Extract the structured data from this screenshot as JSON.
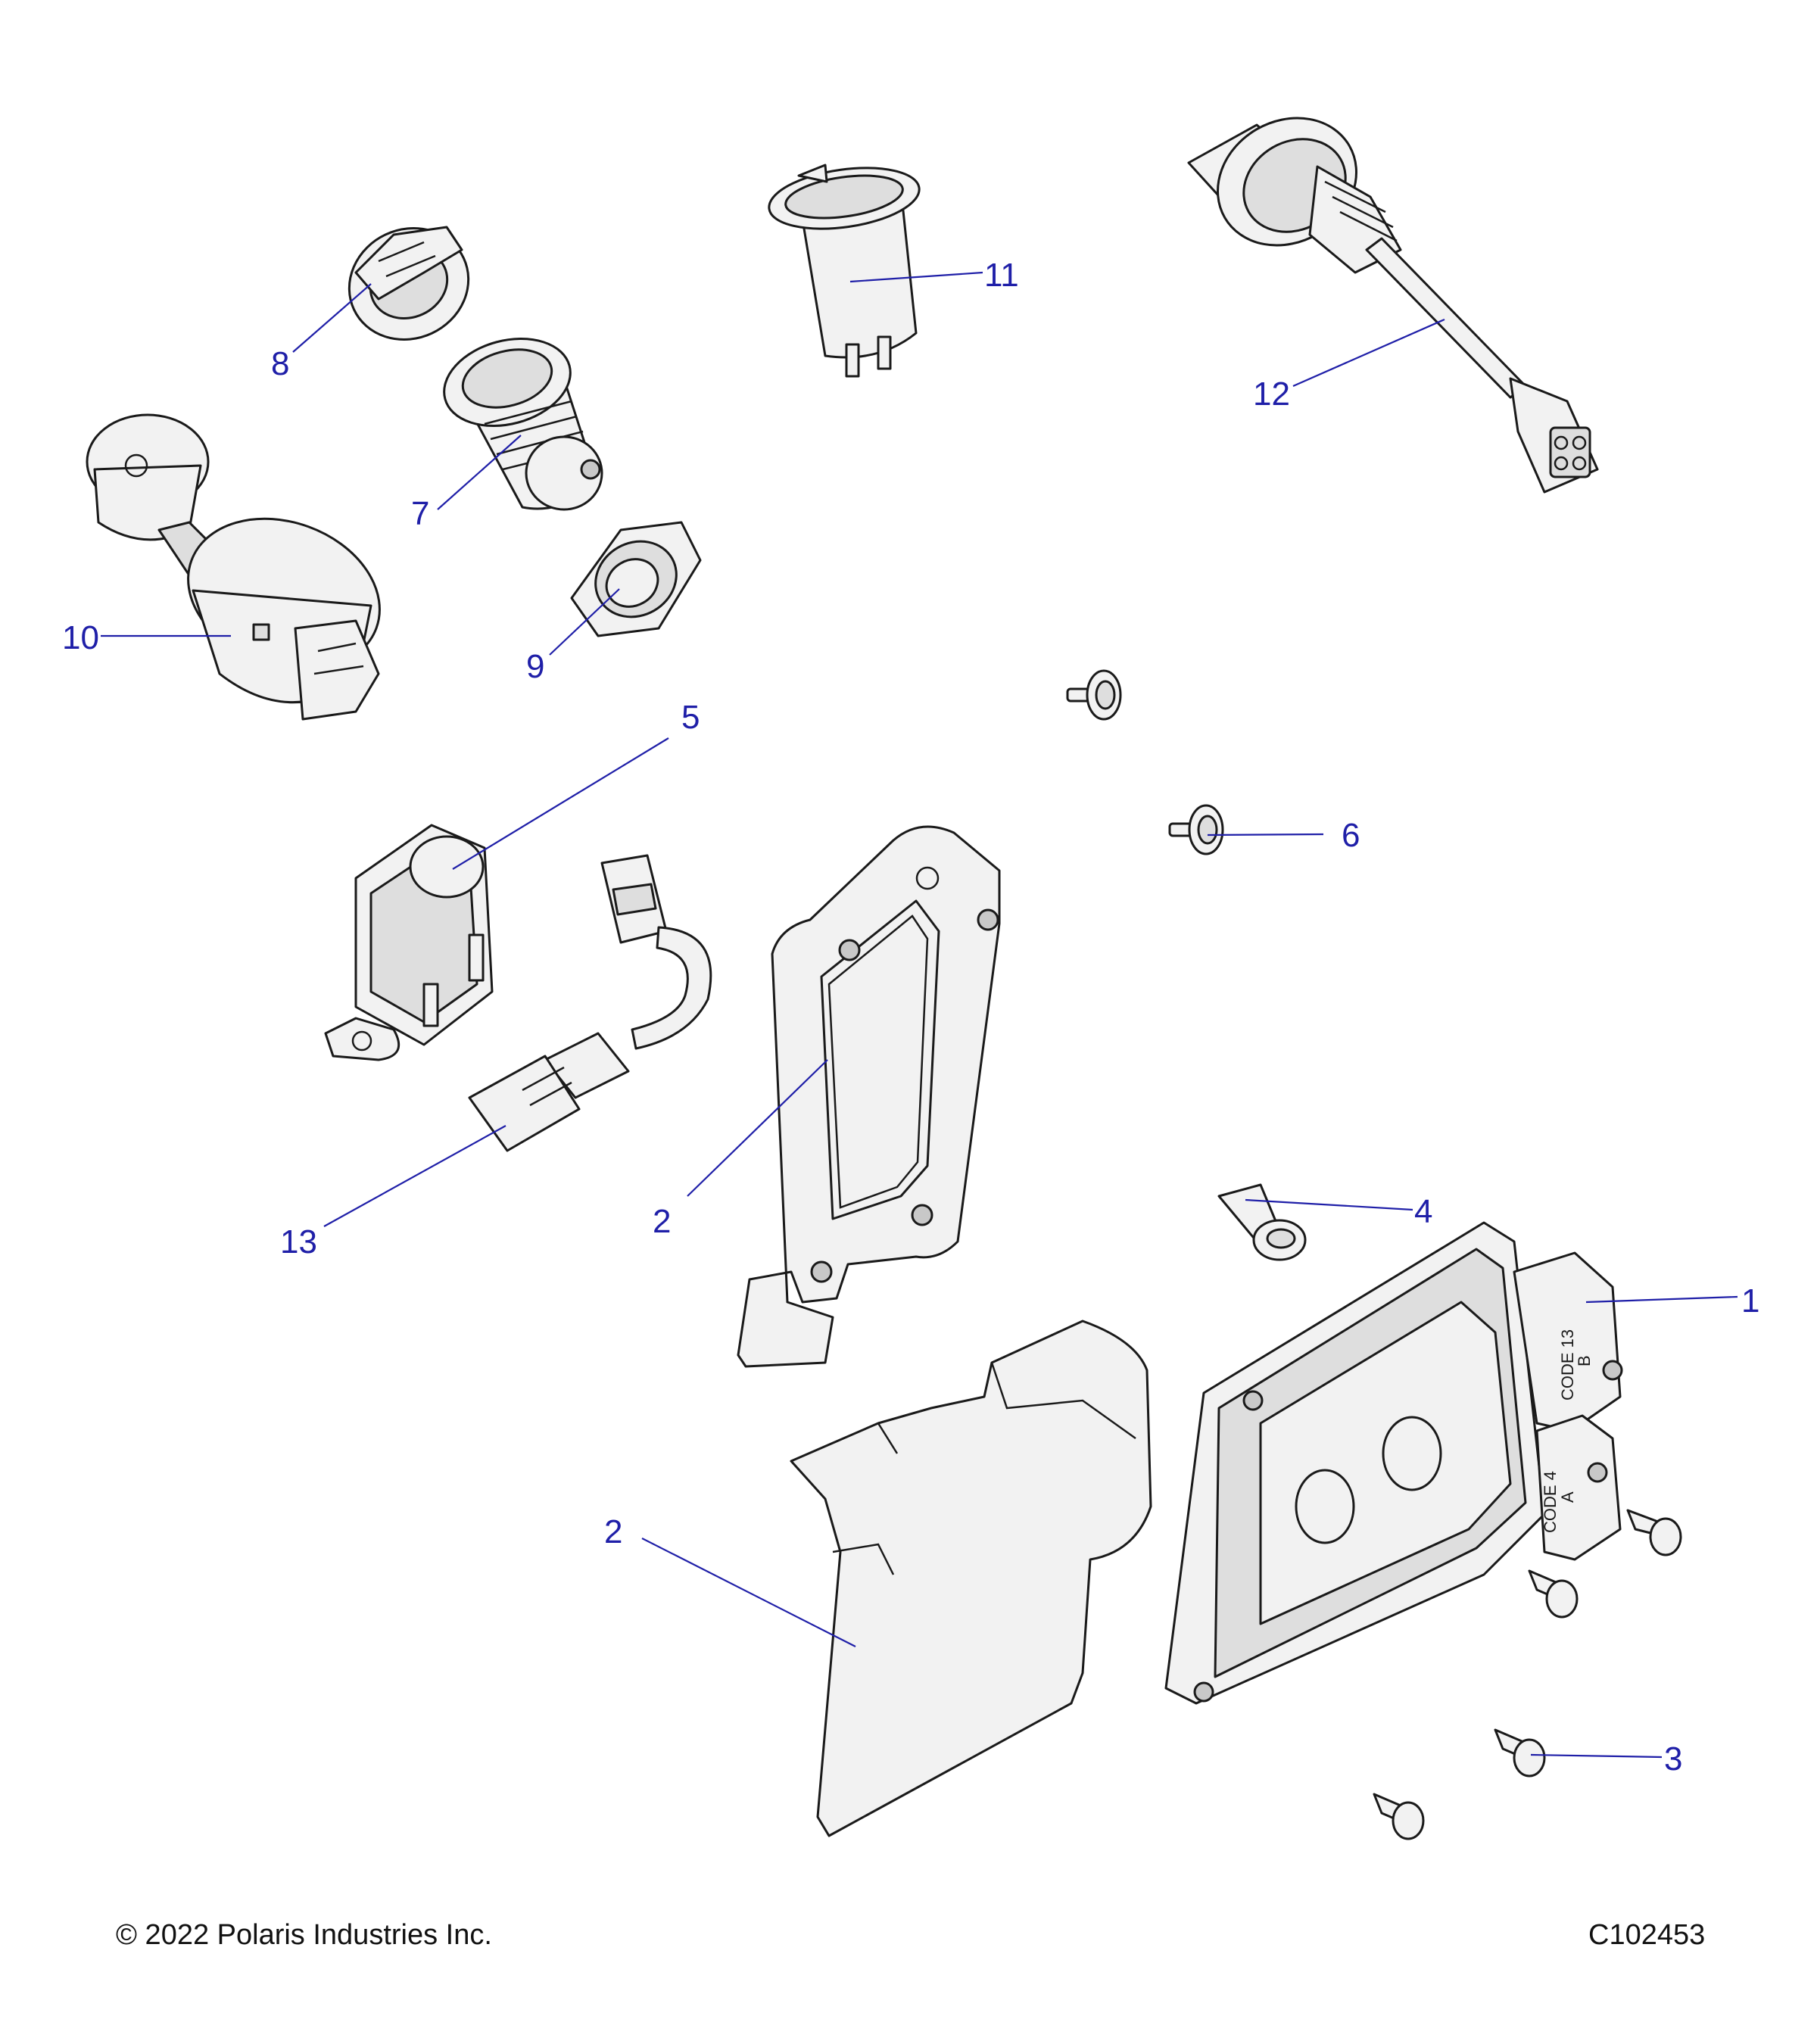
{
  "callouts": {
    "c1": "1",
    "c2a": "2",
    "c2b": "2",
    "c3": "3",
    "c4": "4",
    "c5": "5",
    "c6": "6",
    "c7": "7",
    "c8": "8",
    "c9": "9",
    "c10": "10",
    "c11": "11",
    "c12": "12",
    "c13": "13"
  },
  "module_markings": {
    "top_code": "CODE 13",
    "top_letter": "B",
    "bottom_code": "CODE 4",
    "bottom_letter": "A"
  },
  "footer": {
    "copyright": "© 2022 Polaris Industries Inc.",
    "drawing_id": "C102453"
  },
  "colors": {
    "callout": "#1f1fa8",
    "line_art": "#1a1a1a"
  }
}
